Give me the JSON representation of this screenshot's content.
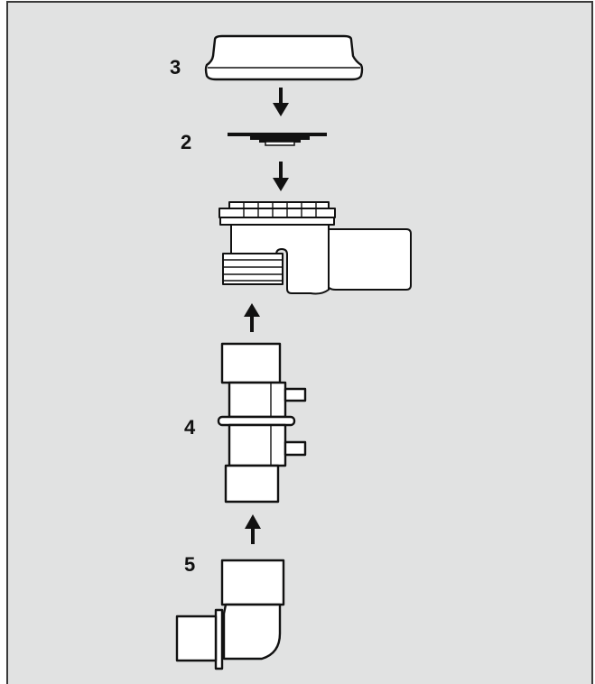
{
  "labels": {
    "part_3": "3",
    "part_2": "2",
    "part_4": "4",
    "part_5": "5"
  },
  "colors": {
    "background": "#e1e2e2",
    "frame": "#3a3a3a",
    "stroke": "#111111",
    "part_fill": "#ffffff"
  }
}
